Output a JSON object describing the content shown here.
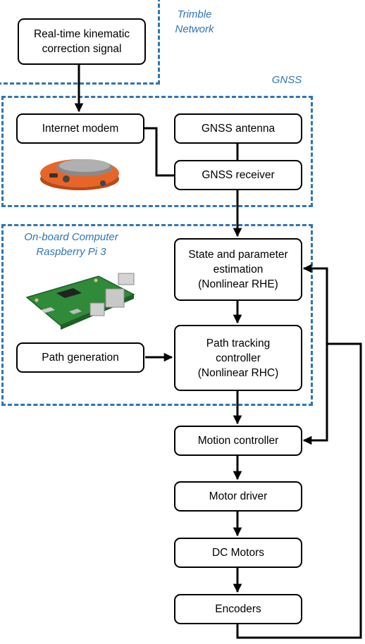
{
  "regions": {
    "trimble": "Trimble\nNetwork",
    "gnss": "GNSS",
    "onboard": "On-board Computer\nRaspberry Pi 3"
  },
  "nodes": {
    "rtk": "Real-time kinematic\ncorrection signal",
    "modem": "Internet modem",
    "antenna": "GNSS antenna",
    "receiver": "GNSS receiver",
    "estimation": "State and parameter\nestimation\n(Nonlinear RHE)",
    "pathgen": "Path generation",
    "tracking": "Path tracking\ncontroller\n(Nonlinear RHC)",
    "motion": "Motion controller",
    "driver": "Motor driver",
    "motors": "DC Motors",
    "encoders": "Encoders"
  },
  "colors": {
    "region": "#2f75b5",
    "stroke": "#000000",
    "receiver_device": "#e8652a",
    "board": "#2f8a3a"
  }
}
